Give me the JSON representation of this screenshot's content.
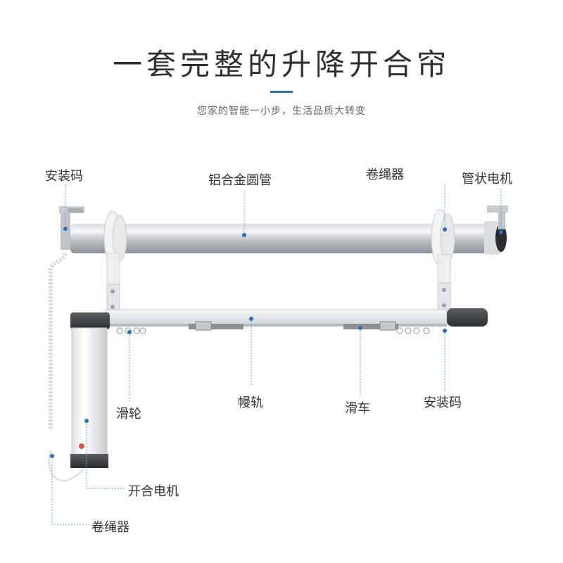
{
  "header": {
    "title": "一套完整的升降开合帘",
    "subtitle": "您家的智能一小步，生活品质大转变"
  },
  "labels": {
    "mount_code_left": "安装码",
    "aluminum_tube": "铝合金圆管",
    "rope_reel_top": "卷绳器",
    "tubular_motor": "管状电机",
    "pulley": "滑轮",
    "curtain_rail": "幔轨",
    "slider": "滑车",
    "mount_code_right": "安装码",
    "opening_motor": "开合电机",
    "rope_reel_bottom": "卷绳器"
  },
  "colors": {
    "accent": "#2b6fb6",
    "leader_line": "#5aa6d8",
    "text": "#333333"
  }
}
